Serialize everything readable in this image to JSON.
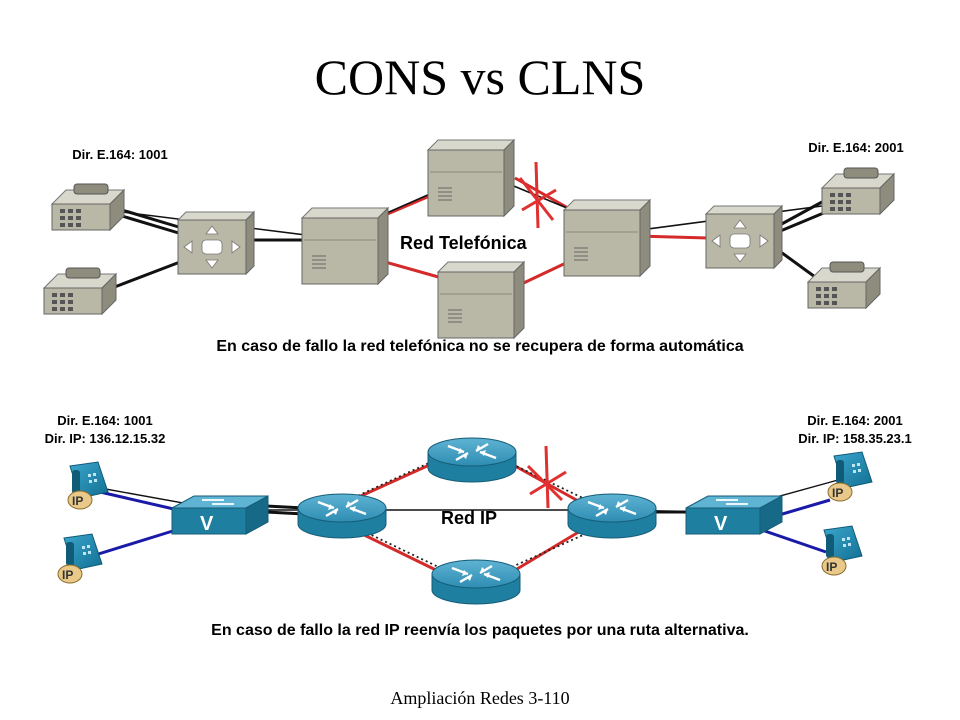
{
  "title": "CONS vs CLNS",
  "footer": "Ampliación Redes 3-110",
  "telephone_section": {
    "left_address": "Dir. E.164: 1001",
    "right_address": "Dir. E.164: 2001",
    "network_label": "Red Telefónica",
    "caption": "En caso de fallo la red telefónica no se recupera de forma automática"
  },
  "ip_section": {
    "left_address_e164": "Dir. E.164: 1001",
    "left_address_ip": "Dir. IP: 136.12.15.32",
    "right_address_e164": "Dir. E.164: 2001",
    "right_address_ip": "Dir. IP: 158.35.23.1",
    "network_label": "Red IP",
    "caption": "En caso de fallo la red IP reenvía los paquetes por una ruta alternativa.",
    "phone_badge": "IP",
    "switch_badge": "V"
  },
  "colors": {
    "link_red": "#d42a2a",
    "link_blue": "#1a1aa8",
    "failure_mark": "#e03030",
    "device_gray": "#b9b8a6",
    "router_teal": "#1f7fa0"
  }
}
